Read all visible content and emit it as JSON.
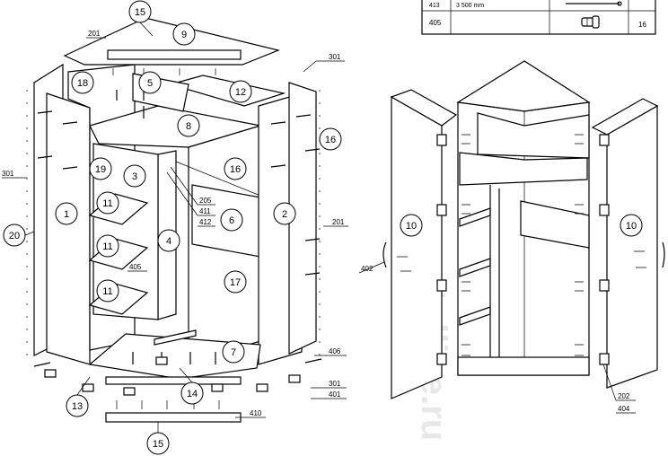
{
  "table": {
    "row_top": {
      "code": "413",
      "desc": "3 500 mm",
      "qty": ""
    },
    "row": {
      "code": "405",
      "qty": "16"
    }
  },
  "parts": {
    "p1": "1",
    "p2": "2",
    "p3": "3",
    "p4": "4",
    "p5": "5",
    "p6": "6",
    "p7": "7",
    "p8": "8",
    "p9": "9",
    "p10": "10",
    "p11": "11",
    "p12": "12",
    "p13": "13",
    "p14": "14",
    "p15": "15",
    "p16": "16",
    "p17": "17",
    "p18": "18",
    "p19": "19",
    "p20": "20"
  },
  "hardware": {
    "h201": "201",
    "h202": "202",
    "h205": "205",
    "h301": "301",
    "h401": "401",
    "h402": "402",
    "h404": "404",
    "h405": "405",
    "h406": "406",
    "h410": "410",
    "h411": "411",
    "h412": "412"
  },
  "watermark": {
    "brand": "stolline",
    "domain": "stolline.ru"
  }
}
